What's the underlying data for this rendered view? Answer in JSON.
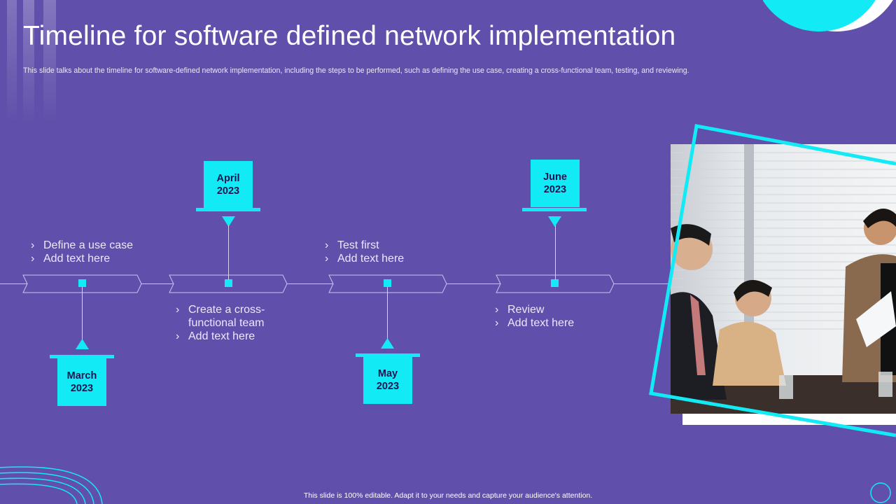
{
  "slide": {
    "title": "Timeline for software defined network implementation",
    "subtitle": "This slide talks about the timeline for software-defined network implementation, including the steps to be performed, such as defining the use case, creating a cross-functional team, testing, and reviewing.",
    "footer": "This slide is 100% editable. Adapt it to your needs and capture your audience's attention."
  },
  "timeline": {
    "milestones": [
      {
        "month": "March",
        "year": "2023",
        "bullets": [
          "Define a use case",
          "Add text here"
        ]
      },
      {
        "month": "April",
        "year": "2023",
        "bullets": [
          "Create a cross-functional team",
          "Add text here"
        ]
      },
      {
        "month": "May",
        "year": "2023",
        "bullets": [
          "Test first",
          "Add text here"
        ]
      },
      {
        "month": "June",
        "year": "2023",
        "bullets": [
          "Review",
          "Add text here"
        ]
      }
    ],
    "bullet_symbol": "›"
  },
  "photo": {
    "description_icon": "meeting-photo"
  },
  "colors": {
    "background": "#6150ab",
    "accent": "#12ebf6",
    "date_text": "#1b1450",
    "line": "#d6d2f2"
  }
}
